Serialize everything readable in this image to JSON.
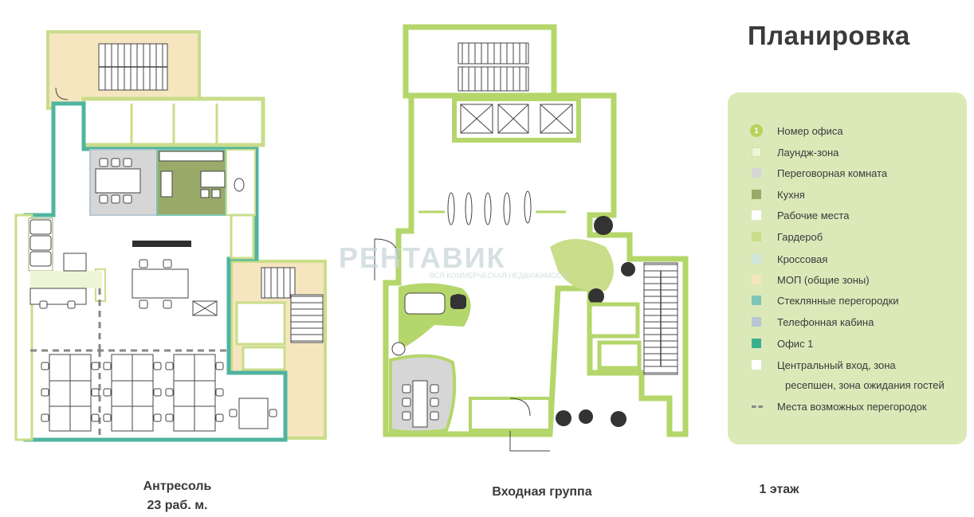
{
  "title": "Планировка",
  "legend": {
    "office_number_symbol": "1",
    "items": [
      {
        "label": "Номер офиса",
        "color": "#b6d35b"
      },
      {
        "label": "Лаундж-зона",
        "color": "#eef5d6"
      },
      {
        "label": "Переговорная комната",
        "color": "#d6d6d6"
      },
      {
        "label": "Кухня",
        "color": "#9aaa6a"
      },
      {
        "label": "Рабочие места",
        "color": "#ffffff"
      },
      {
        "label": "Гардероб",
        "color": "#c9dd8a"
      },
      {
        "label": "Кроссовая",
        "color": "#cfe7de"
      },
      {
        "label": "МОП (общие зоны)",
        "color": "#f5e6bf"
      },
      {
        "label": "Стеклянные перегородки",
        "color": "#7fc4b6"
      },
      {
        "label": "Телефонная кабина",
        "color": "#b7c6d3"
      },
      {
        "label": "Офис 1",
        "color": "#3daf91"
      },
      {
        "label": "Центральный вход, зона",
        "color": "#ffffff"
      },
      {
        "label": "ресепшен, зона ожидания гостей",
        "color": null
      },
      {
        "label": "Места возможных перегородок",
        "color": "#888888"
      }
    ]
  },
  "captions": {
    "mezzanine": "Антресоль",
    "mezzanine_seats": "23 раб. м.",
    "entrance": "Входная группа",
    "floor1": "1 этаж"
  },
  "watermark": {
    "brand": "РЕНТАВИК",
    "tagline": "ВСЯ КОММЕРЧЕСКАЯ НЕДВИЖИМОСТЬ"
  },
  "colors": {
    "wall_green": "#b4d66a",
    "office_teal": "#4fb4a0",
    "stair_beige": "#f5e6bf",
    "kitchen": "#9aaa6a",
    "meeting": "#d6d6d6"
  }
}
